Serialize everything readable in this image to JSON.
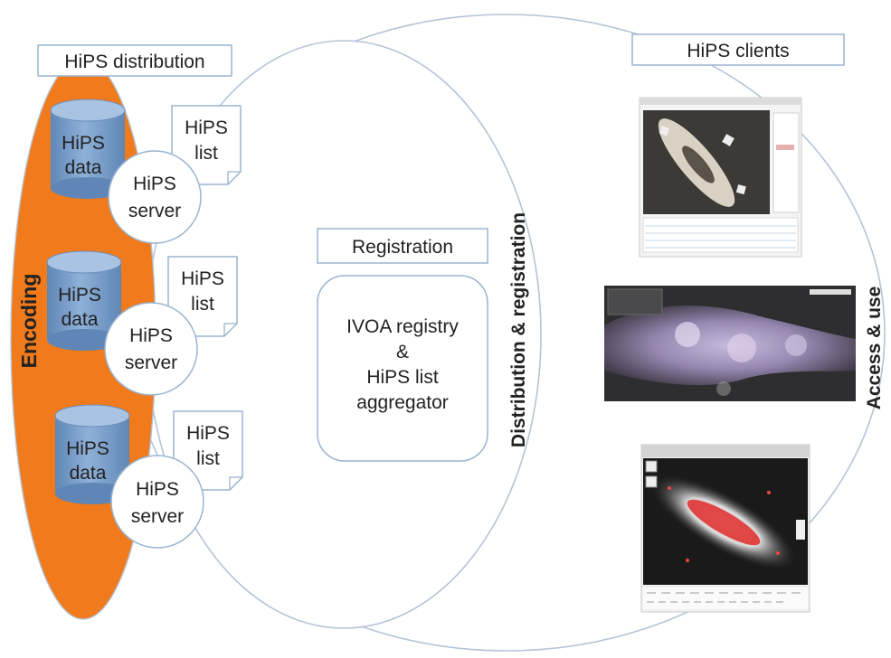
{
  "labels": {
    "hips_distribution": "HiPS distribution",
    "hips_clients": "HiPS clients",
    "encoding": "Encoding",
    "registration": "Registration",
    "distribution_registration": "Distribution & registration",
    "access_use": "Access & use"
  },
  "registry": [
    "IVOA registry",
    "&",
    "HiPS list",
    "aggregator"
  ],
  "nodes": [
    {
      "data": [
        "HiPS",
        "data"
      ],
      "server": [
        "HiPS",
        "server"
      ],
      "list": [
        "HiPS",
        "list"
      ]
    },
    {
      "data": [
        "HiPS",
        "data"
      ],
      "server": [
        "HiPS",
        "server"
      ],
      "list": [
        "HiPS",
        "list"
      ]
    },
    {
      "data": [
        "HiPS",
        "data"
      ],
      "server": [
        "HiPS",
        "server"
      ],
      "list": [
        "HiPS",
        "list"
      ]
    }
  ],
  "clients": [
    {
      "name": "client-screenshot-desktop"
    },
    {
      "name": "client-screenshot-web-milkyway"
    },
    {
      "name": "client-screenshot-web-galaxy"
    }
  ],
  "colors": {
    "encoding_orange": "#f07a1c",
    "cylinder_blue": "#7aa0cc",
    "box_border": "#9ab4d0",
    "outline": "#b5c3d6"
  }
}
